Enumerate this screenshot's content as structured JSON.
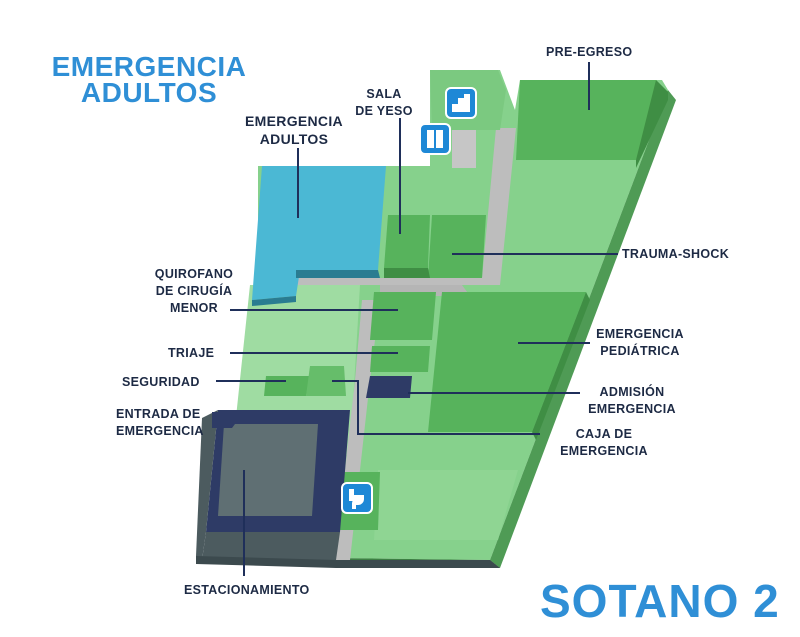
{
  "header": {
    "line1": "EMERGENCIA",
    "line2": "ADULTOS"
  },
  "floor_label": "SOTANO 2",
  "labels": {
    "pre_egreso": "PRE-EGRESO",
    "sala_de_yeso": "SALA\nDE YESO",
    "emergencia_adultos": "EMERGENCIA\nADULTOS",
    "trauma_shock": "TRAUMA-SHOCK",
    "quirofano": "QUIROFANO\nDE CIRUGÍA\nMENOR",
    "emergencia_pediatrica": "EMERGENCIA\nPEDIÁTRICA",
    "triaje": "TRIAJE",
    "seguridad": "SEGURIDAD",
    "admision": "ADMISIÓN\nEMERGENCIA",
    "entrada": "ENTRADA DE\nEMERGENCIA",
    "caja": "CAJA DE\nEMERGENCIA",
    "estacionamiento": "ESTACIONAMIENTO"
  },
  "icons": [
    "stairs-icon",
    "elevator-icon",
    "restroom-icon"
  ],
  "colors": {
    "title_blue": "#2f8fd6",
    "floor_light_green": "#86d18c",
    "room_green": "#57b35c",
    "emergency_adults_blue": "#4bb8d4",
    "corridor_gray": "#bdbdbd",
    "parking_gray": "#5f6f73",
    "admission_navy": "#2e3b66",
    "label_navy": "#1d2a44",
    "leader_line_navy": "#1f2f5a"
  }
}
